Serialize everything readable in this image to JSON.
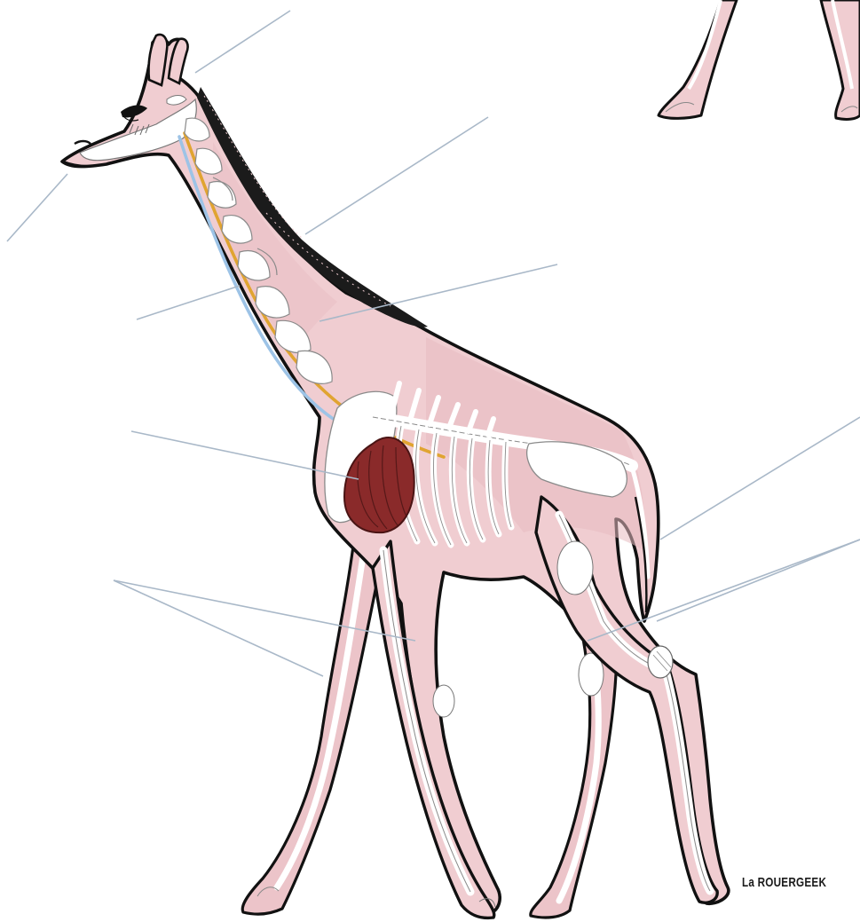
{
  "signature": "La ROUERGEEK",
  "palette": {
    "skin": "#f0cdd1",
    "skin_shade": "#e6b9be",
    "outline": "#111111",
    "bone": "#ffffff",
    "bone_line": "#8a8a8a",
    "spinal_cord": "#e0a431",
    "vessel": "#9dc3e6",
    "heart": "#8a2a2a",
    "heart_line": "#4a1414",
    "leader_line": "#a9b8c8"
  },
  "labels": [
    {
      "id": "ossicones",
      "text": ""
    },
    {
      "id": "mane",
      "text": ""
    },
    {
      "id": "muzzle",
      "text": ""
    },
    {
      "id": "trachea",
      "text": ""
    },
    {
      "id": "neck-vertebrae",
      "text": ""
    },
    {
      "id": "heart",
      "text": ""
    },
    {
      "id": "front-legs",
      "text": ""
    },
    {
      "id": "tail",
      "text": ""
    },
    {
      "id": "hind-legs",
      "text": ""
    }
  ]
}
